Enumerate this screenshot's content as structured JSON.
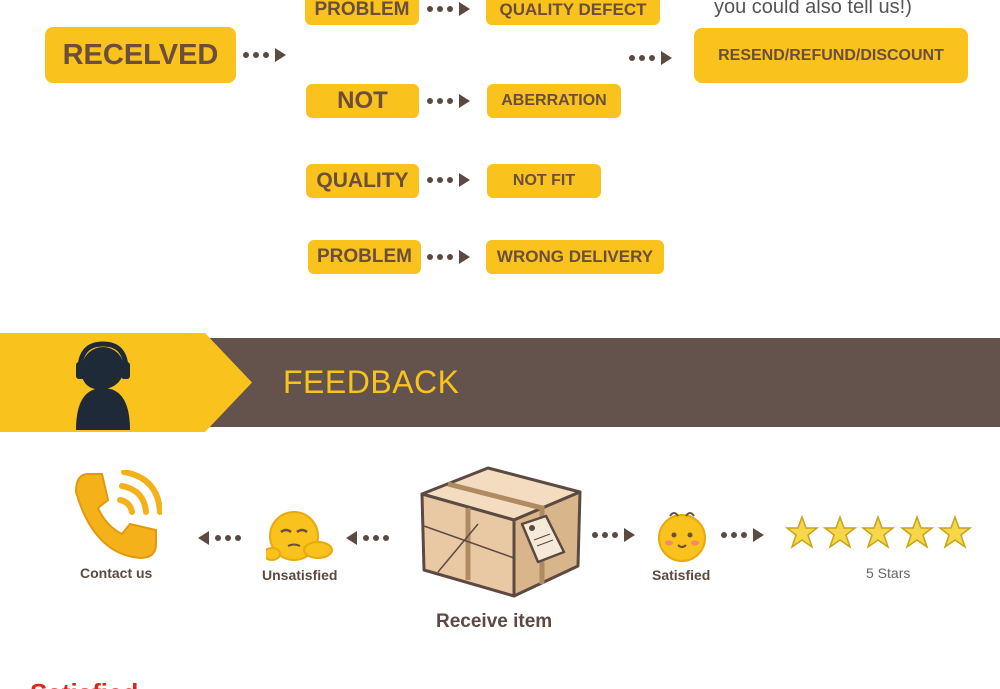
{
  "top_note": "you could also tell us!)",
  "received_label": "RECELVED",
  "left_column": [
    "PROBLEM",
    "NOT",
    "QUALITY",
    "PROBLEM"
  ],
  "right_column": [
    "QUALITY DEFECT",
    "ABERRATION",
    "NOT FIT",
    "WRONG DELIVERY"
  ],
  "resolution_label": "RESEND/REFUND/DISCOUNT",
  "banner": {
    "title": "FEEDBACK"
  },
  "flow": {
    "contact_label": "Contact us",
    "unsatisfied_label": "Unsatisfied",
    "receive_label": "Receive item",
    "satisfied_label": "Satisfied",
    "stars_label": "5 Stars",
    "star_count": 5
  },
  "bottom_text": "Satisfied",
  "colors": {
    "accent": "#f9c21c",
    "text_brown": "#6b4e3c",
    "banner_gray": "#64524c",
    "arrow": "#5c4a42",
    "red": "#e0231b"
  }
}
